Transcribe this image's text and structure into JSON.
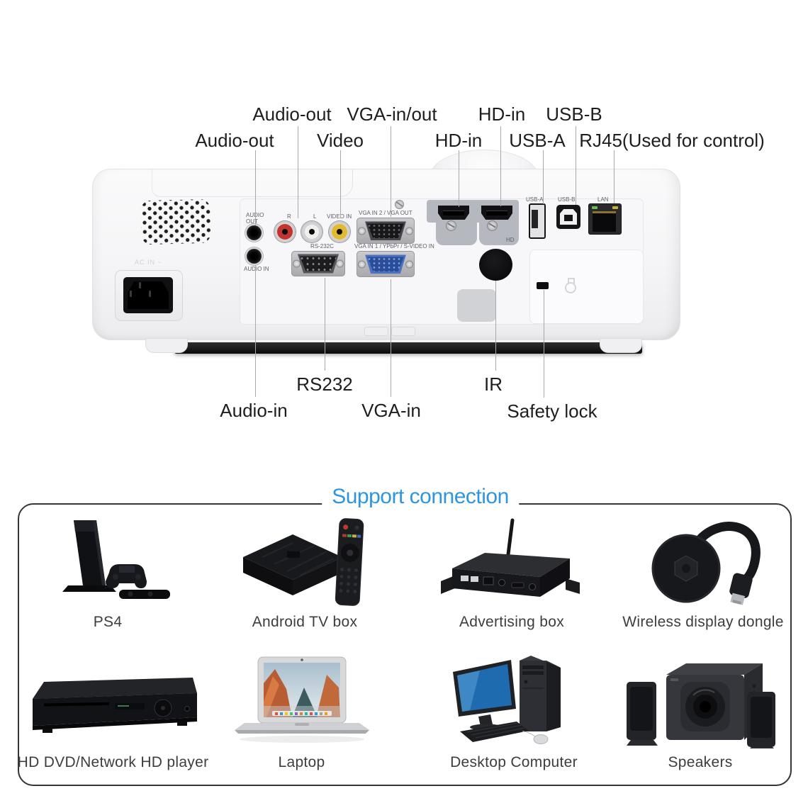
{
  "projector": {
    "top_labels": [
      {
        "text": "Audio-out"
      },
      {
        "text": "VGA-in/out"
      },
      {
        "text": "HD-in"
      },
      {
        "text": "USB-B"
      },
      {
        "text": "Audio-out"
      },
      {
        "text": "Video"
      },
      {
        "text": "HD-in"
      },
      {
        "text": "USB-A"
      },
      {
        "text": "RJ45(Used for control)"
      }
    ],
    "bottom_labels": [
      {
        "text": "RS232"
      },
      {
        "text": "IR"
      },
      {
        "text": "Audio-in"
      },
      {
        "text": "VGA-in"
      },
      {
        "text": "Safety lock"
      }
    ],
    "panel_prints": {
      "audio_out": "AUDIO OUT",
      "audio_in": "AUDIO IN",
      "rca_r": "R",
      "rca_l": "L",
      "video_in": "VIDEO IN",
      "vga2": "VGA IN 2 / VGA OUT",
      "rs232c": "RS-232C",
      "vga1": "VGA IN 1 / YPbPr / S-VIDEO IN",
      "usb_a": "USB-A",
      "usb_b": "USB-B",
      "lan": "LAN",
      "hd": "HD",
      "ac_in": "AC IN ~"
    }
  },
  "support": {
    "title": "Support connection",
    "accent_color": "#2e96dd",
    "devices": [
      {
        "label": "PS4"
      },
      {
        "label": "Android TV box"
      },
      {
        "label": "Advertising box"
      },
      {
        "label": "Wireless display dongle"
      },
      {
        "label": "HD DVD/Network HD player"
      },
      {
        "label": "Laptop"
      },
      {
        "label": "Desktop Computer"
      },
      {
        "label": "Speakers"
      }
    ]
  }
}
